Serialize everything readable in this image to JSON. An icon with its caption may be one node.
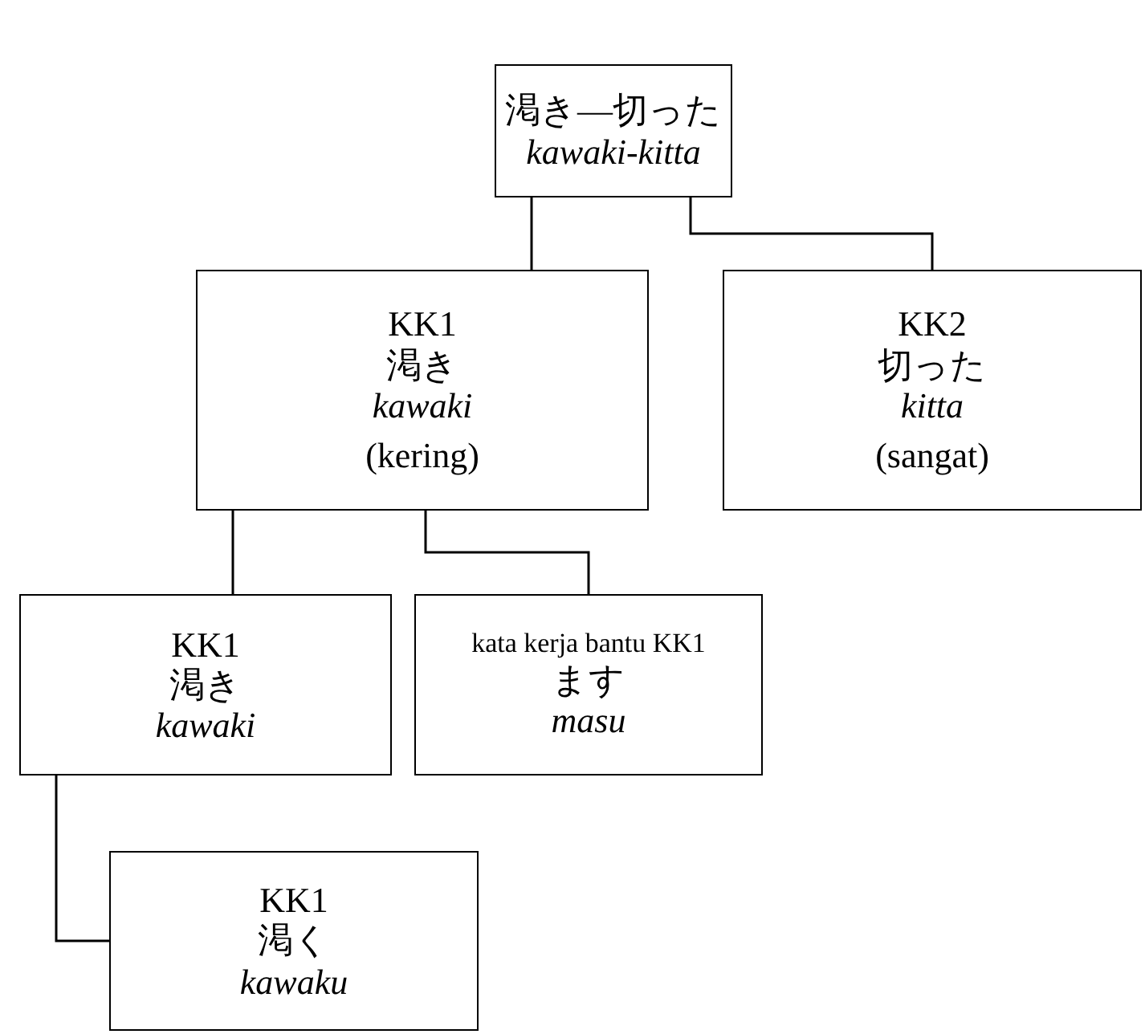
{
  "diagram": {
    "nodes": [
      {
        "text": [
          "渇き—切った",
          "kawaki-kitta"
        ]
      },
      {
        "text": [
          "KK1",
          "渇き",
          "kawaki",
          "(kering)"
        ]
      },
      {
        "text": [
          "KK2",
          "切った",
          "kitta",
          "(sangat)"
        ]
      },
      {
        "text": [
          "KK1",
          "渇き",
          "kawaki"
        ]
      },
      {
        "text": [
          "kata kerja bantu KK1",
          "ます",
          "masu"
        ]
      },
      {
        "text": [
          "KK1",
          "渇く",
          "kawaku"
        ]
      }
    ],
    "edges": [
      {
        "from": 0,
        "to": 1,
        "arrow": "none"
      },
      {
        "from": 0,
        "to": 2,
        "arrow": "none"
      },
      {
        "from": 1,
        "to": 3,
        "arrow": "none"
      },
      {
        "from": 1,
        "to": 4,
        "arrow": "none"
      },
      {
        "from": 3,
        "to": 5,
        "arrow": "none"
      }
    ]
  }
}
